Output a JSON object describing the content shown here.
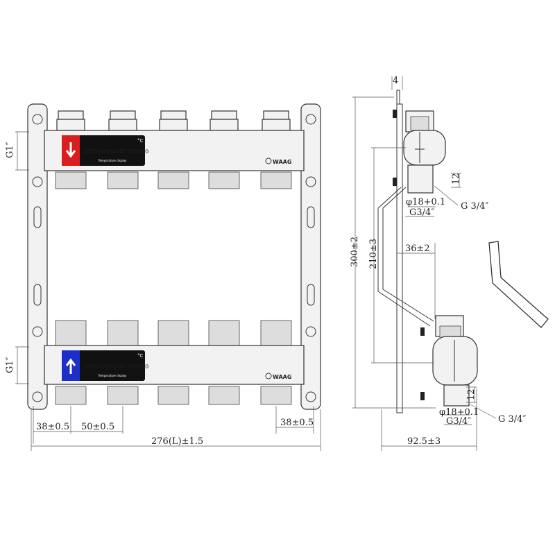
{
  "left_view": {
    "thread_label_top": "G1″",
    "thread_label_bottom": "G1″",
    "dim_edge_left": "38±0.5",
    "dim_pitch": "50±0.5",
    "dim_edge_right": "38±0.5",
    "dim_length": "276(L)±1.5",
    "brand": "WAAG",
    "temperature_display": {
      "unit": "°C",
      "caption": "Temperature display",
      "scale": [
        "20",
        "25",
        "30",
        "35",
        "40",
        "45",
        "50",
        "55",
        "60"
      ],
      "scale_colors": [
        "#333",
        "#333",
        "#333",
        "#3fa9f5",
        "#39b54a",
        "#c8b560",
        "#333",
        "#333",
        "#333"
      ],
      "supply_color": "#d81e1e",
      "return_color": "#1e2fc8"
    }
  },
  "right_view": {
    "dim_bracket": "4",
    "dim_height_total": "300±2",
    "dim_center": "210±3",
    "dim_offset": "36±2",
    "dim_depth": "92.5±3",
    "top_outlet": {
      "len": "12",
      "bore": "φ18+0.1",
      "thread": "G3/4″",
      "callout": "G 3/4″"
    },
    "bottom_outlet": {
      "len": "12",
      "bore": "φ18+0.1",
      "thread": "G3/4″",
      "callout": "G 3/4″"
    }
  }
}
